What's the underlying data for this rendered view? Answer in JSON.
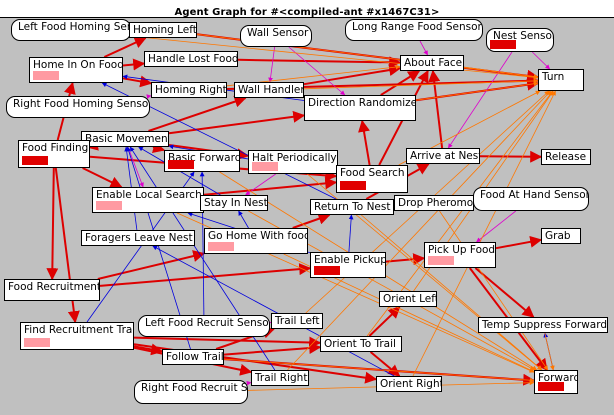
{
  "window": {
    "title": "Agent Graph for #<compiled-ant #x1467C31>"
  },
  "colors": {
    "background": "#c0c0c0",
    "edge_red": "#dd0000",
    "edge_blue": "#0000dd",
    "edge_orange": "#ff7700",
    "edge_magenta": "#dd00cc",
    "activation_high": "#e00000",
    "activation_low": "#ff9aa2"
  },
  "nodes": [
    {
      "id": "lfhs",
      "label": "Left Food Homing Sensor",
      "kind": "sensor"
    },
    {
      "id": "hl",
      "label": "Homing Left",
      "kind": "behavior"
    },
    {
      "id": "ws",
      "label": "Wall Sensor",
      "kind": "sensor"
    },
    {
      "id": "lrfs",
      "label": "Long Range Food Sensor",
      "kind": "sensor"
    },
    {
      "id": "ns",
      "label": "Nest Sensor",
      "kind": "sensor",
      "activation": "high"
    },
    {
      "id": "hiof",
      "label": "Home In On Food",
      "kind": "behavior",
      "activation": "low"
    },
    {
      "id": "hlf",
      "label": "Handle Lost Food",
      "kind": "behavior"
    },
    {
      "id": "af",
      "label": "About Face",
      "kind": "behavior"
    },
    {
      "id": "turn",
      "label": "Turn",
      "kind": "behavior"
    },
    {
      "id": "rfhs",
      "label": "Right Food Homing Sensor",
      "kind": "sensor"
    },
    {
      "id": "hr",
      "label": "Homing Right",
      "kind": "behavior"
    },
    {
      "id": "wh",
      "label": "Wall Handler",
      "kind": "behavior"
    },
    {
      "id": "dr",
      "label": "Direction Randomizer",
      "kind": "behavior"
    },
    {
      "id": "bm",
      "label": "Basic Movement",
      "kind": "behavior"
    },
    {
      "id": "ff",
      "label": "Food Finding",
      "kind": "behavior",
      "activation": "high"
    },
    {
      "id": "bf",
      "label": "Basic Forward",
      "kind": "behavior",
      "activation": "high"
    },
    {
      "id": "hp",
      "label": "Halt Periodically",
      "kind": "behavior",
      "activation": "low"
    },
    {
      "id": "an",
      "label": "Arrive at Nest",
      "kind": "behavior"
    },
    {
      "id": "rel",
      "label": "Release",
      "kind": "behavior"
    },
    {
      "id": "fs",
      "label": "Food Search",
      "kind": "behavior",
      "activation": "high"
    },
    {
      "id": "els",
      "label": "Enable Local Search",
      "kind": "behavior",
      "activation": "low"
    },
    {
      "id": "sin",
      "label": "Stay In Nest",
      "kind": "behavior"
    },
    {
      "id": "rtn",
      "label": "Return To Nest",
      "kind": "behavior"
    },
    {
      "id": "dp",
      "label": "Drop Pheromone",
      "kind": "behavior"
    },
    {
      "id": "fahs",
      "label": "Food At Hand Sensor",
      "kind": "sensor"
    },
    {
      "id": "fln",
      "label": "Foragers Leave Nest",
      "kind": "behavior"
    },
    {
      "id": "ghwf",
      "label": "Go Home With food",
      "kind": "behavior",
      "activation": "low"
    },
    {
      "id": "grab",
      "label": "Grab",
      "kind": "behavior"
    },
    {
      "id": "puf",
      "label": "Pick Up Food",
      "kind": "behavior",
      "activation": "low"
    },
    {
      "id": "ep",
      "label": "Enable Pickup",
      "kind": "behavior",
      "activation": "high"
    },
    {
      "id": "fr",
      "label": "Food Recruitment",
      "kind": "behavior"
    },
    {
      "id": "ol",
      "label": "Orient Left",
      "kind": "behavior"
    },
    {
      "id": "lfrs",
      "label": "Left Food Recruit Sensor",
      "kind": "sensor"
    },
    {
      "id": "tl",
      "label": "Trail Left",
      "kind": "behavior"
    },
    {
      "id": "frt",
      "label": "Find Recruitment Trail",
      "kind": "behavior",
      "activation": "low"
    },
    {
      "id": "tsf",
      "label": "Temp Suppress Forward",
      "kind": "behavior"
    },
    {
      "id": "ott",
      "label": "Orient To Trail",
      "kind": "behavior"
    },
    {
      "id": "ft",
      "label": "Follow Trail",
      "kind": "behavior"
    },
    {
      "id": "tr",
      "label": "Trail Right",
      "kind": "behavior"
    },
    {
      "id": "or",
      "label": "Orient Right",
      "kind": "behavior"
    },
    {
      "id": "fwd",
      "label": "Forward",
      "kind": "behavior",
      "activation": "high"
    },
    {
      "id": "rfrs",
      "label": "Right Food Recruit Sensor",
      "kind": "sensor"
    }
  ],
  "edges": [
    {
      "from": "hiof",
      "to": "hl",
      "type": "red"
    },
    {
      "from": "hiof",
      "to": "hlf",
      "type": "red"
    },
    {
      "from": "hiof",
      "to": "hr",
      "type": "red"
    },
    {
      "from": "hlf",
      "to": "af",
      "type": "red"
    },
    {
      "from": "hl",
      "to": "turn",
      "type": "red"
    },
    {
      "from": "hr",
      "to": "turn",
      "type": "red"
    },
    {
      "from": "wh",
      "to": "af",
      "type": "red"
    },
    {
      "from": "dr",
      "to": "af",
      "type": "red"
    },
    {
      "from": "dr",
      "to": "turn",
      "type": "red"
    },
    {
      "from": "bm",
      "to": "wh",
      "type": "red"
    },
    {
      "from": "bm",
      "to": "dr",
      "type": "red"
    },
    {
      "from": "bm",
      "to": "bf",
      "type": "red"
    },
    {
      "from": "bm",
      "to": "hp",
      "type": "red"
    },
    {
      "from": "ff",
      "to": "hiof",
      "type": "red"
    },
    {
      "from": "ff",
      "to": "bm",
      "type": "red"
    },
    {
      "from": "ff",
      "to": "els",
      "type": "red"
    },
    {
      "from": "ff",
      "to": "fr",
      "type": "red"
    },
    {
      "from": "ff",
      "to": "frt",
      "type": "red"
    },
    {
      "from": "els",
      "to": "fs",
      "type": "red"
    },
    {
      "from": "fs",
      "to": "dr",
      "type": "red"
    },
    {
      "from": "fs",
      "to": "af",
      "type": "red"
    },
    {
      "from": "an",
      "to": "rel",
      "type": "red"
    },
    {
      "from": "an",
      "to": "af",
      "type": "red"
    },
    {
      "from": "rtn",
      "to": "an",
      "type": "red"
    },
    {
      "from": "fr",
      "to": "ghwf",
      "type": "red"
    },
    {
      "from": "fr",
      "to": "ep",
      "type": "red"
    },
    {
      "from": "ep",
      "to": "puf",
      "type": "red"
    },
    {
      "from": "puf",
      "to": "grab",
      "type": "red"
    },
    {
      "from": "puf",
      "to": "tsf",
      "type": "red"
    },
    {
      "from": "puf",
      "to": "fwd",
      "type": "red"
    },
    {
      "from": "ghwf",
      "to": "rtn",
      "type": "red"
    },
    {
      "from": "frt",
      "to": "ft",
      "type": "red"
    },
    {
      "from": "frt",
      "to": "ott",
      "type": "red"
    },
    {
      "from": "frt",
      "to": "tr",
      "type": "red"
    },
    {
      "from": "frt",
      "to": "or",
      "type": "red"
    },
    {
      "from": "ott",
      "to": "ol",
      "type": "red"
    },
    {
      "from": "ott",
      "to": "or",
      "type": "red"
    },
    {
      "from": "ft",
      "to": "tl",
      "type": "red"
    },
    {
      "from": "ft",
      "to": "fwd",
      "type": "red"
    },
    {
      "from": "ft",
      "to": "ott",
      "type": "red"
    },
    {
      "from": "ff",
      "to": "fs",
      "type": "red"
    },
    {
      "from": "ws",
      "to": "wh",
      "type": "magenta"
    },
    {
      "from": "lfhs",
      "to": "hl",
      "type": "magenta"
    },
    {
      "from": "rfhs",
      "to": "hr",
      "type": "magenta"
    },
    {
      "from": "lrfs",
      "to": "af",
      "type": "magenta"
    },
    {
      "from": "ns",
      "to": "an",
      "type": "magenta"
    },
    {
      "from": "ns",
      "to": "turn",
      "type": "magenta"
    },
    {
      "from": "fahs",
      "to": "puf",
      "type": "magenta"
    },
    {
      "from": "fahs",
      "to": "dp",
      "type": "magenta"
    },
    {
      "from": "lfrs",
      "to": "tl",
      "type": "magenta"
    },
    {
      "from": "rfrs",
      "to": "tr",
      "type": "magenta"
    },
    {
      "from": "bm",
      "to": "els",
      "type": "magenta"
    },
    {
      "from": "hp",
      "to": "sin",
      "type": "magenta"
    },
    {
      "from": "ws",
      "to": "dr",
      "type": "magenta"
    },
    {
      "from": "fln",
      "to": "bm",
      "type": "blue"
    },
    {
      "from": "sin",
      "to": "bm",
      "type": "blue"
    },
    {
      "from": "dr",
      "to": "hiof",
      "type": "blue"
    },
    {
      "from": "fs",
      "to": "bm",
      "type": "blue"
    },
    {
      "from": "ep",
      "to": "els",
      "type": "blue"
    },
    {
      "from": "frt",
      "to": "bf",
      "type": "blue"
    },
    {
      "from": "ft",
      "to": "bm",
      "type": "blue"
    },
    {
      "from": "rtn",
      "to": "hiof",
      "type": "blue"
    },
    {
      "from": "tr",
      "to": "bm",
      "type": "blue"
    },
    {
      "from": "lfrs",
      "to": "bf",
      "type": "blue"
    },
    {
      "from": "ghwf",
      "to": "sin",
      "type": "blue"
    },
    {
      "from": "fwd",
      "to": "tsf",
      "type": "blue"
    },
    {
      "from": "ep",
      "to": "rtn",
      "type": "blue"
    },
    {
      "from": "or",
      "to": "fln",
      "type": "blue"
    },
    {
      "from": "hl",
      "to": "turn",
      "type": "orange"
    },
    {
      "from": "wh",
      "to": "turn",
      "type": "orange"
    },
    {
      "from": "dr",
      "to": "turn",
      "type": "orange"
    },
    {
      "from": "tl",
      "to": "turn",
      "type": "orange"
    },
    {
      "from": "tr",
      "to": "turn",
      "type": "orange"
    },
    {
      "from": "ol",
      "to": "turn",
      "type": "orange"
    },
    {
      "from": "or",
      "to": "turn",
      "type": "orange"
    },
    {
      "from": "ott",
      "to": "turn",
      "type": "orange"
    },
    {
      "from": "af",
      "to": "turn",
      "type": "orange"
    },
    {
      "from": "fs",
      "to": "turn",
      "type": "orange"
    },
    {
      "from": "bf",
      "to": "fwd",
      "type": "orange"
    },
    {
      "from": "hp",
      "to": "fwd",
      "type": "orange"
    },
    {
      "from": "ft",
      "to": "fwd",
      "type": "orange"
    },
    {
      "from": "dp",
      "to": "fwd",
      "type": "orange"
    },
    {
      "from": "rtn",
      "to": "fwd",
      "type": "orange"
    },
    {
      "from": "ghwf",
      "to": "fwd",
      "type": "orange"
    },
    {
      "from": "tsf",
      "to": "fwd",
      "type": "orange"
    },
    {
      "from": "hr",
      "to": "af",
      "type": "orange"
    },
    {
      "from": "lfhs",
      "to": "turn",
      "type": "orange"
    },
    {
      "from": "els",
      "to": "fwd",
      "type": "orange"
    },
    {
      "from": "sin",
      "to": "fwd",
      "type": "orange"
    },
    {
      "from": "rfrs",
      "to": "fwd",
      "type": "orange"
    }
  ]
}
